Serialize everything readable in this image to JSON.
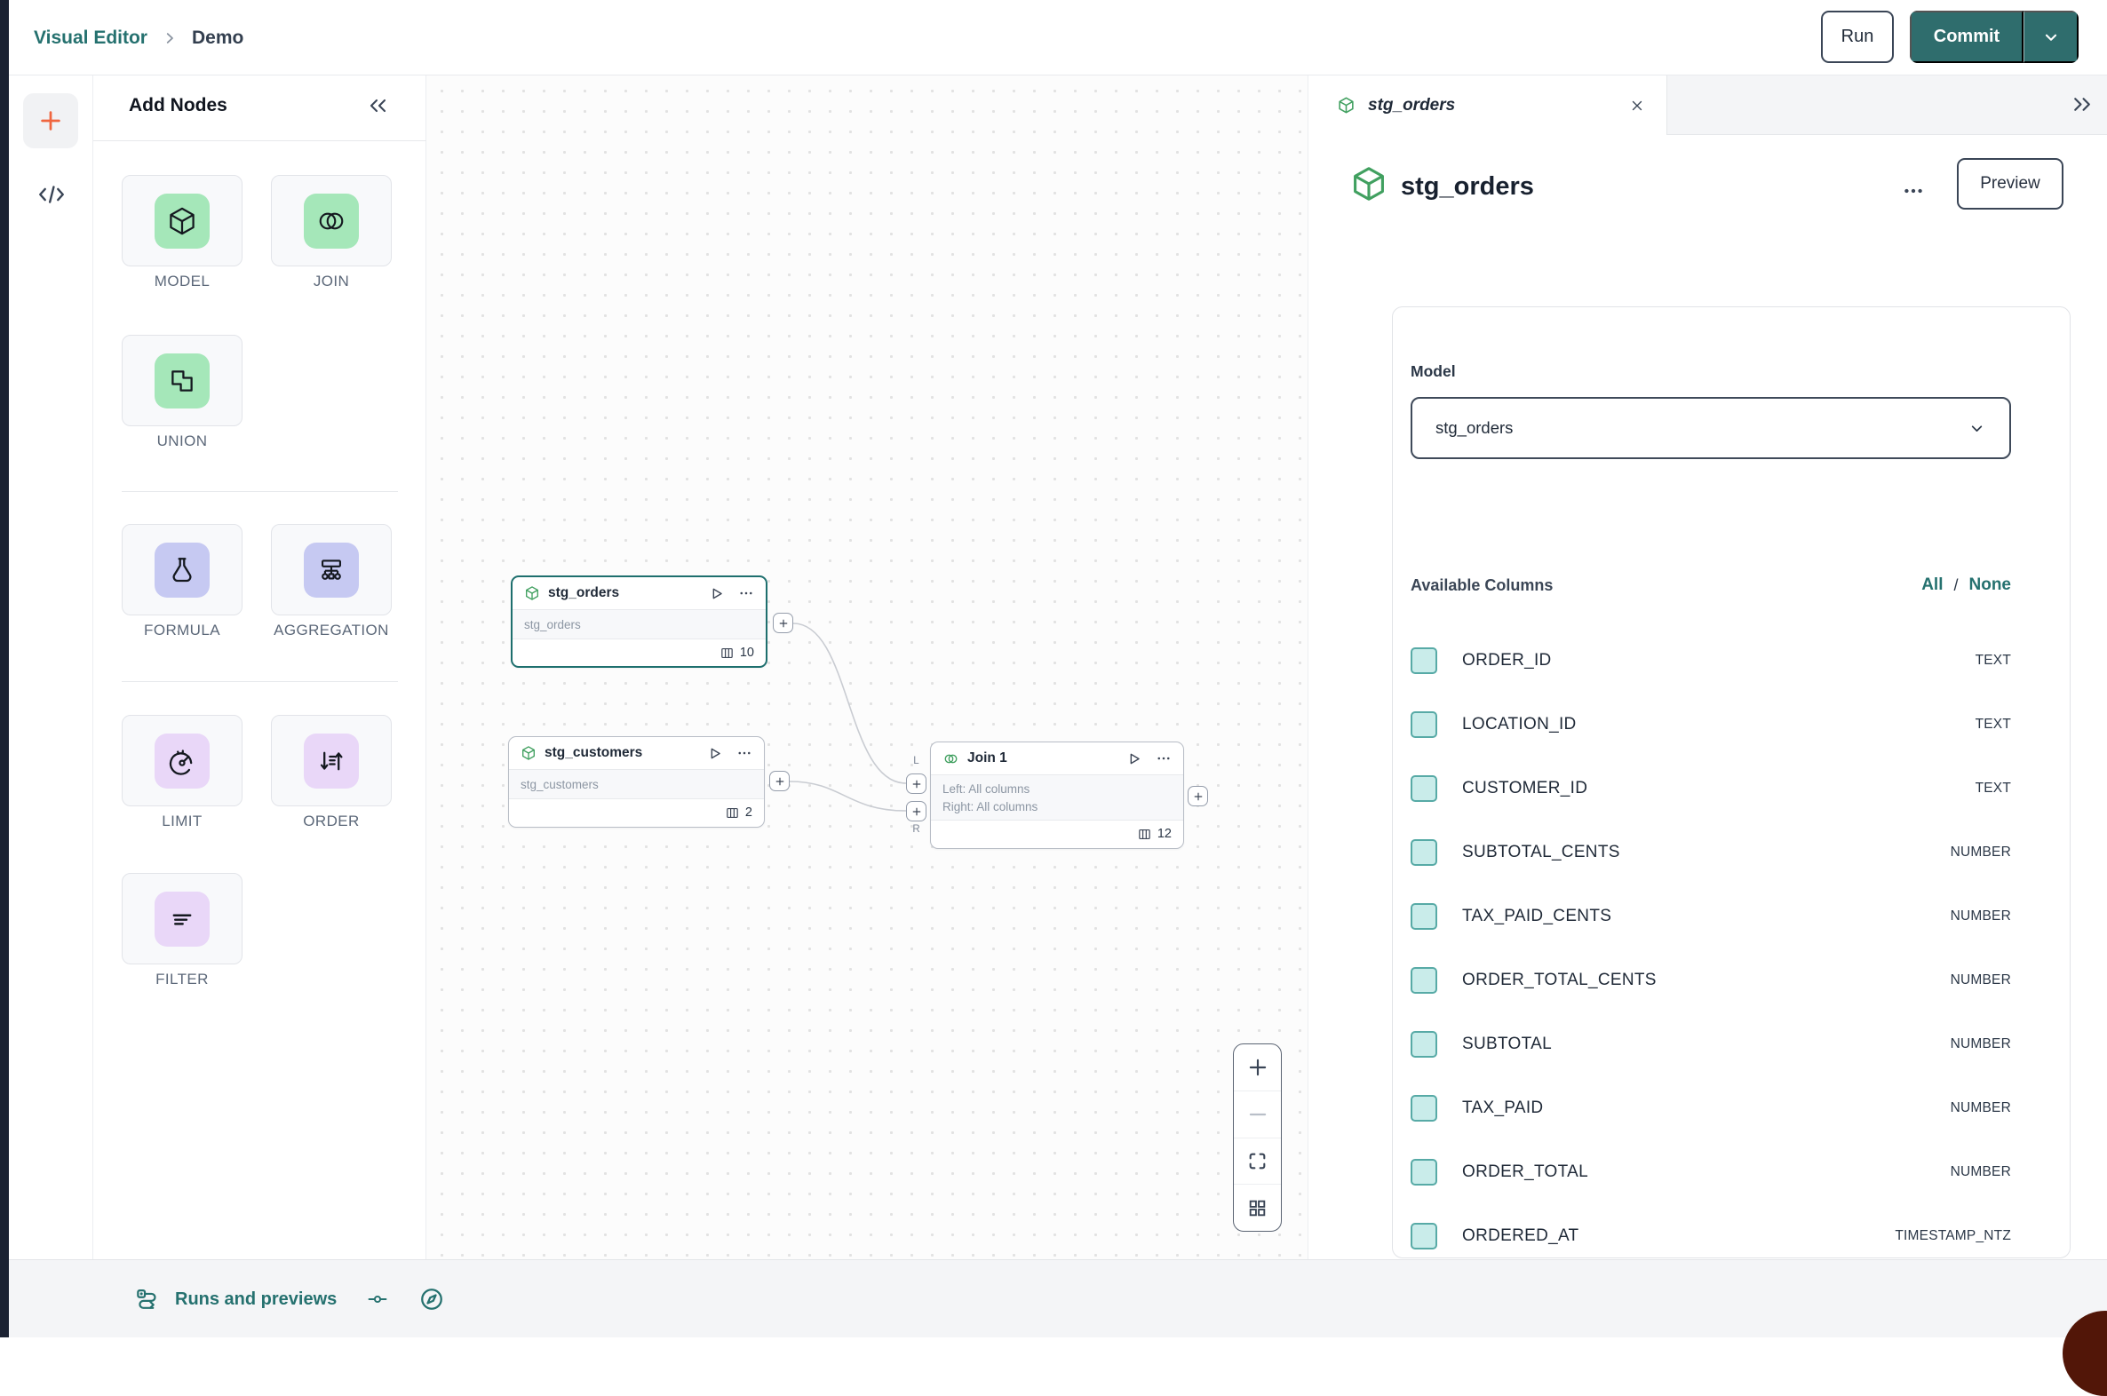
{
  "header": {
    "breadcrumb": {
      "root": "Visual Editor",
      "current": "Demo"
    },
    "run_label": "Run",
    "commit_label": "Commit"
  },
  "add_nodes": {
    "title": "Add Nodes",
    "groups": [
      {
        "items": [
          {
            "label": "MODEL"
          },
          {
            "label": "JOIN"
          },
          {
            "label": "UNION"
          }
        ]
      },
      {
        "items": [
          {
            "label": "FORMULA"
          },
          {
            "label": "AGGREGATION"
          }
        ]
      },
      {
        "items": [
          {
            "label": "LIMIT"
          },
          {
            "label": "ORDER"
          },
          {
            "label": "FILTER"
          }
        ]
      }
    ]
  },
  "canvas": {
    "nodes": [
      {
        "title": "stg_orders",
        "subtitle": "stg_orders",
        "column_count": "10"
      },
      {
        "title": "stg_customers",
        "subtitle": "stg_customers",
        "column_count": "2"
      },
      {
        "title": "Join 1",
        "left_line": "Left: All columns",
        "right_line": "Right: All columns",
        "column_count": "12",
        "port_left_label": "L",
        "port_right_label": "R"
      }
    ]
  },
  "right_panel": {
    "tab_title": "stg_orders",
    "title": "stg_orders",
    "preview_label": "Preview",
    "model_label": "Model",
    "model_value": "stg_orders",
    "columns_title": "Available Columns",
    "select_all_label": "All",
    "select_separator": "/",
    "select_none_label": "None",
    "columns": [
      {
        "name": "ORDER_ID",
        "type": "TEXT"
      },
      {
        "name": "LOCATION_ID",
        "type": "TEXT"
      },
      {
        "name": "CUSTOMER_ID",
        "type": "TEXT"
      },
      {
        "name": "SUBTOTAL_CENTS",
        "type": "NUMBER"
      },
      {
        "name": "TAX_PAID_CENTS",
        "type": "NUMBER"
      },
      {
        "name": "ORDER_TOTAL_CENTS",
        "type": "NUMBER"
      },
      {
        "name": "SUBTOTAL",
        "type": "NUMBER"
      },
      {
        "name": "TAX_PAID",
        "type": "NUMBER"
      },
      {
        "name": "ORDER_TOTAL",
        "type": "NUMBER"
      },
      {
        "name": "ORDERED_AT",
        "type": "TIMESTAMP_NTZ"
      }
    ]
  },
  "bottom_bar": {
    "runs_label": "Runs and previews"
  },
  "colors": {
    "teal": "#2F6D6D",
    "link_teal": "#25716F",
    "accent_orange": "#F0663F",
    "node_green": "#A5E7B9",
    "lavender": "#C6C9F2",
    "purple": "#E9D7F8",
    "checkbox_fill": "#C9ECEA",
    "checkbox_border": "#57AAA6",
    "dark_navy": "#1B2232"
  }
}
